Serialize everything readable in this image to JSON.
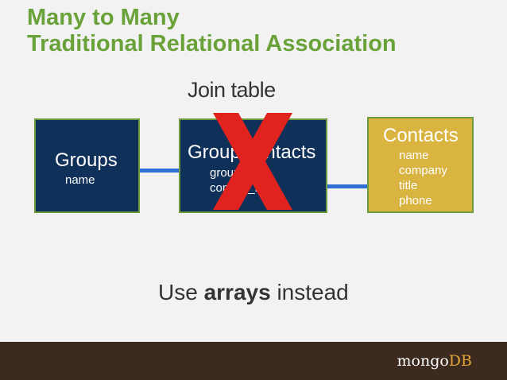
{
  "title": {
    "line1": "Many to Many",
    "line2": "Traditional Relational Association"
  },
  "join_label": "Join table",
  "groups_box": {
    "title": "Groups",
    "fields": [
      "name"
    ]
  },
  "group_contacts_box": {
    "title": "GroupContacts",
    "fields": [
      "group_id",
      "contact_id"
    ]
  },
  "contacts_box": {
    "title": "Contacts",
    "fields": [
      "name",
      "company",
      "title",
      "phone"
    ]
  },
  "footer_text": {
    "prefix": "Use ",
    "bold": "arrays",
    "suffix": " instead"
  },
  "logo": {
    "mongo": "mongo",
    "db": "DB"
  },
  "colors": {
    "title_green": "#6aa23a",
    "navy_box": "#0f3059",
    "gold_box": "#d9b441",
    "x_red": "#e0231e",
    "connector_blue": "#2f6fd6",
    "footer_brown": "#3d2a1f"
  }
}
